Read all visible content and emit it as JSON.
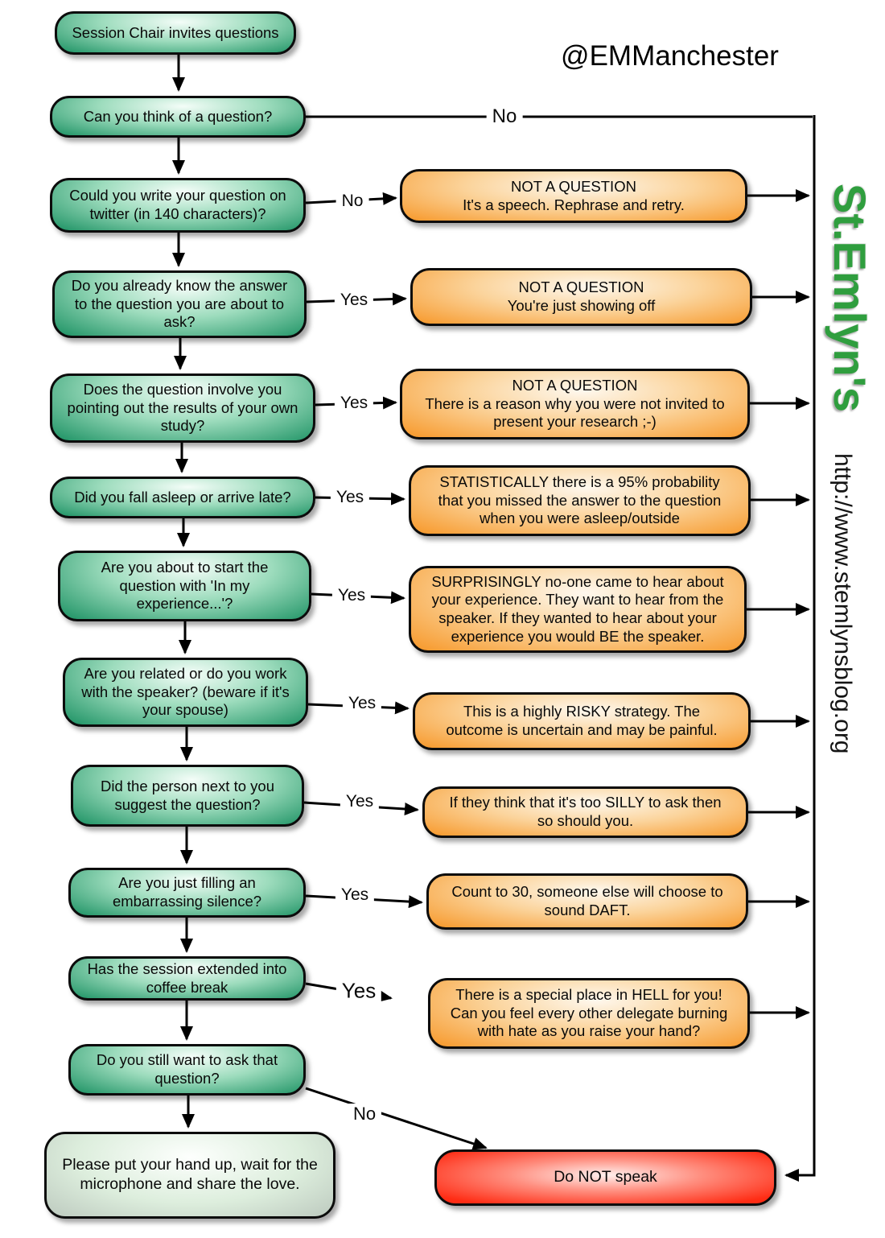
{
  "header": {
    "twitter_handle": "@EMManchester"
  },
  "branding": {
    "site_name": "St.Emlyn's",
    "site_url": "http://www.stemlynsblog.org",
    "brand_green": "#2f9e3e"
  },
  "colors": {
    "question_box_green": "#27986b",
    "outcome_box_orange": "#f79d33",
    "stop_box_red": "#ff2c14",
    "speak_box_light_green": "#ddeedd",
    "connector_black": "#000000"
  },
  "flow": {
    "start": "Session Chair invites questions",
    "questions": [
      "Can you think of a question?",
      "Could you write your question on\ntwitter (in 140 characters)?",
      "Do you already know the answer\nto the question you are about to\nask?",
      "Does the question involve you\npointing out the results of your own\nstudy?",
      "Did you fall asleep or arrive late?",
      "Are you about to start the\nquestion with 'In my\nexperience...'?",
      "Are you related or do you work\nwith the speaker? (beware if it's\nyour spouse)",
      "Did the person next to you\nsuggest the question?",
      "Are you just filling an\nembarrassing silence?",
      "Has the session extended into\ncoffee break",
      "Do you still want to ask that\nquestion?"
    ],
    "outcomes": [
      "NOT A QUESTION\nIt's a speech. Rephrase and retry.",
      "NOT A QUESTION\nYou're just showing off",
      "NOT A QUESTION\nThere is a reason why you were not invited to\npresent your research ;-)",
      "STATISTICALLY there is a 95% probability\nthat you missed the answer to the question\nwhen you were asleep/outside",
      "SURPRISINGLY no-one came to hear about\nyour experience. They want to hear from the\nspeaker. If they wanted to hear about your\nexperience you would BE the speaker.",
      "This is a highly RISKY strategy. The\noutcome is uncertain and may be painful.",
      "If they think that it's too SILLY to ask then\nso should you.",
      "Count to 30, someone else will choose to\nsound DAFT.",
      "There is a special place in HELL for you!\nCan you feel every other delegate burning\nwith hate as you raise your hand?"
    ],
    "final_speak": "Please put your hand up, wait for the\nmicrophone and share the love.",
    "final_stop": "Do NOT speak",
    "edge_labels": [
      "No",
      "No",
      "Yes",
      "Yes",
      "Yes",
      "Yes",
      "Yes",
      "Yes",
      "Yes",
      "Yes",
      "No"
    ]
  }
}
